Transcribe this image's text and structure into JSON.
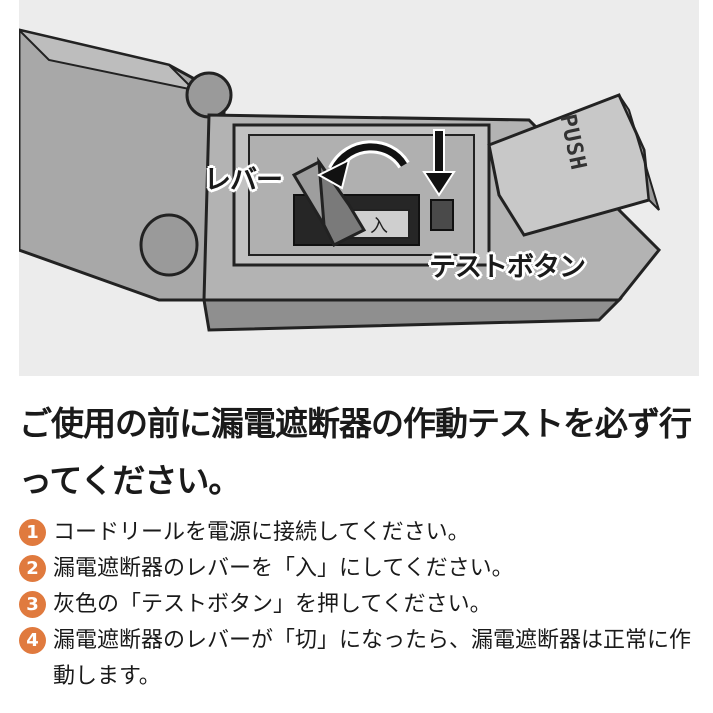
{
  "figure": {
    "lever_label": "レバー",
    "test_button_label": "テストボタン",
    "push_label": "PUSH",
    "lever_icon_char": "入"
  },
  "title": "ご使用の前に漏電遮断器の作動テストを必ず行ってください。",
  "steps": [
    {
      "num": "1",
      "text": "コードリールを電源に接続してください。"
    },
    {
      "num": "2",
      "text": "漏電遮断器のレバーを「入」にしてください。"
    },
    {
      "num": "3",
      "text": "灰色の「テストボタン」を押してください。"
    },
    {
      "num": "4",
      "text": "漏電遮断器のレバーが「切」になったら、漏電遮断器は正常に作動します。"
    }
  ],
  "colors": {
    "accent": "#e07a3e",
    "illustration_bg": "#ececec",
    "device_gray": "#a9a9a9"
  }
}
